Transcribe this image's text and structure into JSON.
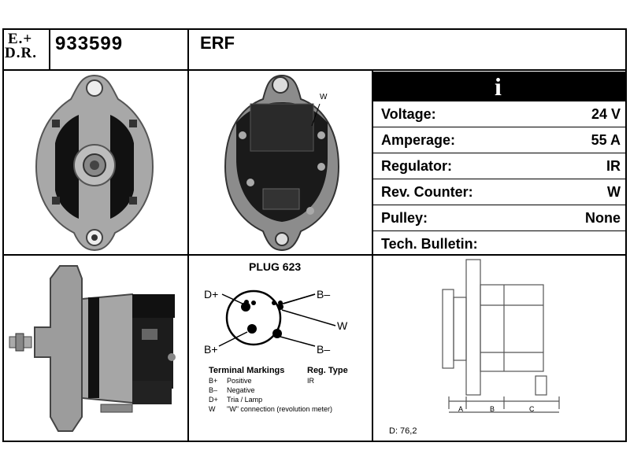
{
  "header": {
    "logo_line1": "E.+",
    "logo_line2": "D.R.",
    "part_number": "933599",
    "brand": "ERF"
  },
  "info_panel": {
    "icon": "info-icon",
    "icon_glyph": "i",
    "specs": [
      {
        "label": "Voltage:",
        "value": "24 V"
      },
      {
        "label": "Amperage:",
        "value": "55 A"
      },
      {
        "label": "Regulator:",
        "value": "IR"
      },
      {
        "label": "Rev. Counter:",
        "value": "W"
      },
      {
        "label": "Pulley:",
        "value": "None"
      },
      {
        "label": "Tech. Bulletin:",
        "value": ""
      }
    ]
  },
  "rear_view": {
    "terminal_label": "W"
  },
  "plug": {
    "title": "PLUG 623",
    "pins": {
      "d_plus": "D+",
      "b_minus_top": "B–",
      "w": "W",
      "b_plus": "B+",
      "b_minus_bottom": "B–"
    },
    "terminal_heading": "Terminal Markings",
    "reg_heading": "Reg. Type",
    "reg_value": "IR",
    "terminals": [
      {
        "code": "B+",
        "desc": "Positive"
      },
      {
        "code": "B–",
        "desc": "Negative"
      },
      {
        "code": "D+",
        "desc": "Tria / Lamp"
      },
      {
        "code": "W",
        "desc": "\"W\" connection (revolution meter)"
      }
    ]
  },
  "drawing": {
    "labels": [
      "A",
      "B",
      "C"
    ],
    "dimension": "D: 76,2"
  },
  "colors": {
    "line": "#000000",
    "background": "#ffffff",
    "photo_metal": "#9a9a9a",
    "photo_dark": "#1a1a1a"
  }
}
